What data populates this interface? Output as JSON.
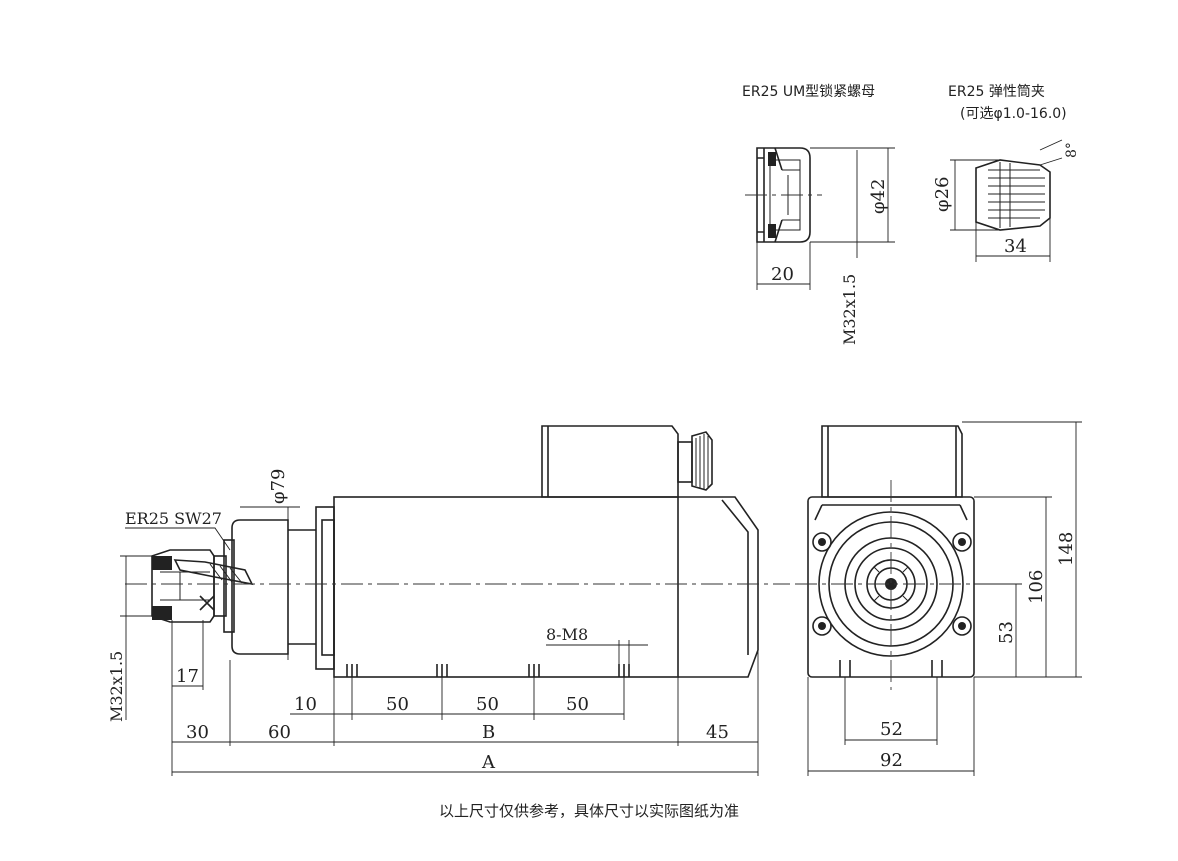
{
  "labels": {
    "nut_title": "ER25 UM型锁紧螺母",
    "collet_title": "ER25  弹性筒夹",
    "collet_option": "(可选φ1.0-16.0)",
    "nut_dia": "φ42",
    "nut_len": "20",
    "nut_thread": "M32x1.5",
    "collet_angle": "8°",
    "collet_dia": "φ26",
    "collet_len": "34",
    "spindle_dia": "φ79",
    "er_sw": "ER25 SW27",
    "thread_side": "M32x1.5",
    "dim_17": "17",
    "dim_10": "10",
    "dim_50a": "50",
    "dim_50b": "50",
    "dim_50c": "50",
    "holes": "8-M8",
    "dim_30": "30",
    "dim_60": "60",
    "dim_B": "B",
    "dim_45": "45",
    "dim_A": "A",
    "end_52": "52",
    "end_92": "92",
    "end_53": "53",
    "end_106": "106",
    "end_148": "148"
  },
  "note": "以上尺寸仅供参考，具体尺寸以实际图纸为准"
}
